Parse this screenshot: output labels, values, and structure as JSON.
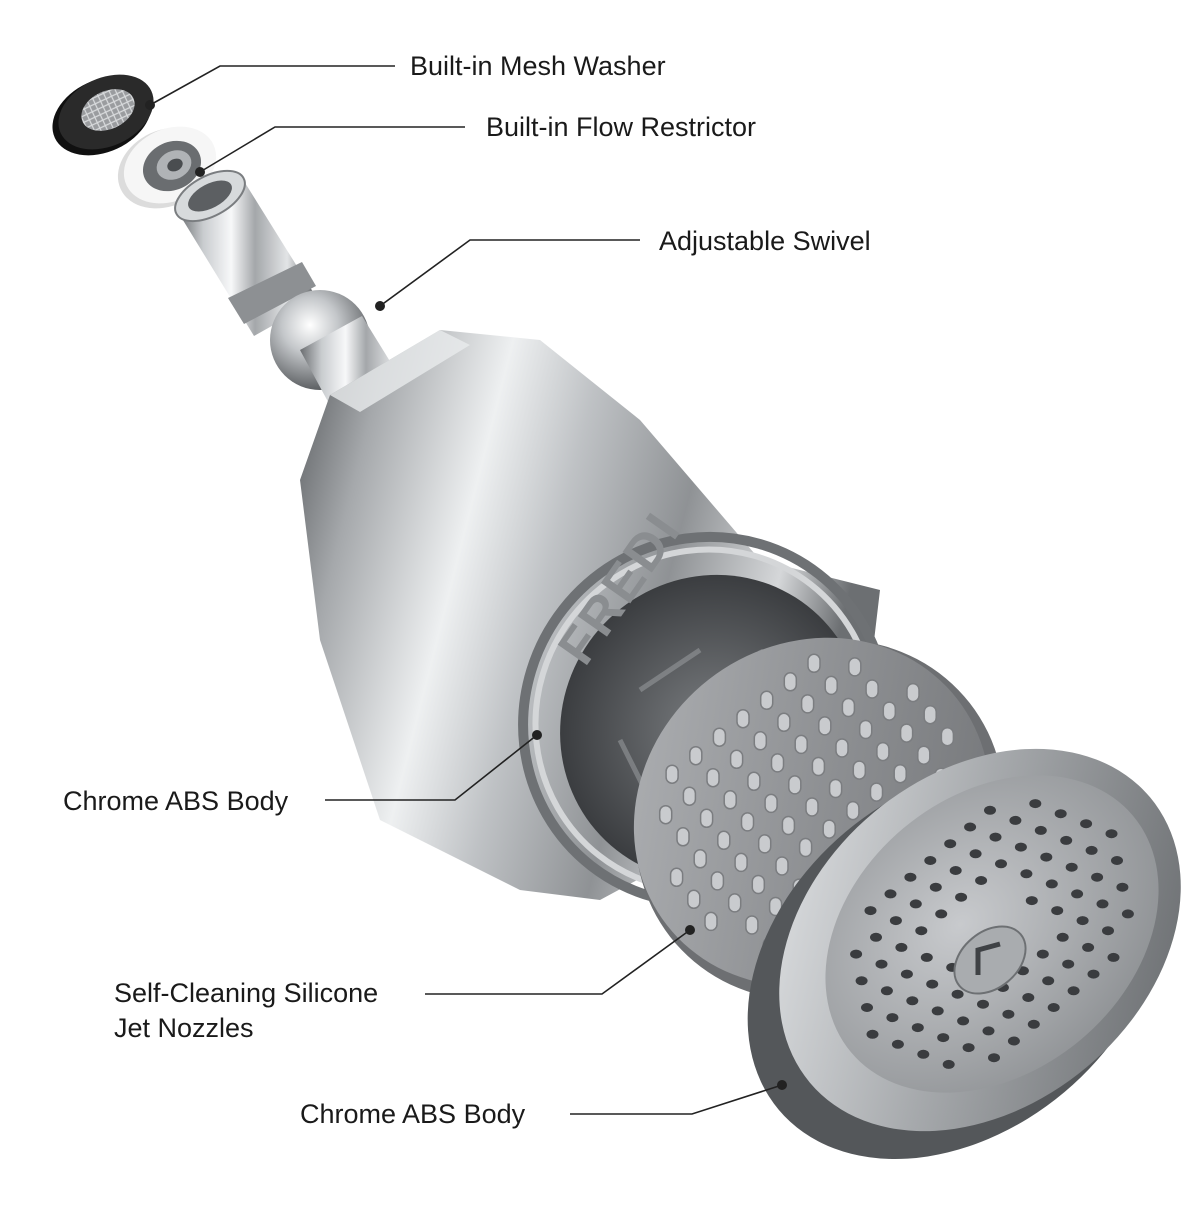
{
  "diagram": {
    "brand_text": "FREDI",
    "labels": {
      "mesh_washer": "Built-in Mesh Washer",
      "flow_restrictor": "Built-in Flow Restrictor",
      "swivel": "Adjustable Swivel",
      "body": "Chrome ABS Body",
      "nozzles_line1": "Self-Cleaning Silicone",
      "nozzles_line2": "Jet Nozzles",
      "face_body": "Chrome ABS Body"
    },
    "colors": {
      "chrome_light": "#f4f5f6",
      "chrome_mid": "#b9bcbf",
      "chrome_dark": "#5d6063",
      "silicone": "#8d8f92",
      "washer": "#1b1b1b",
      "leader": "#222222"
    }
  }
}
